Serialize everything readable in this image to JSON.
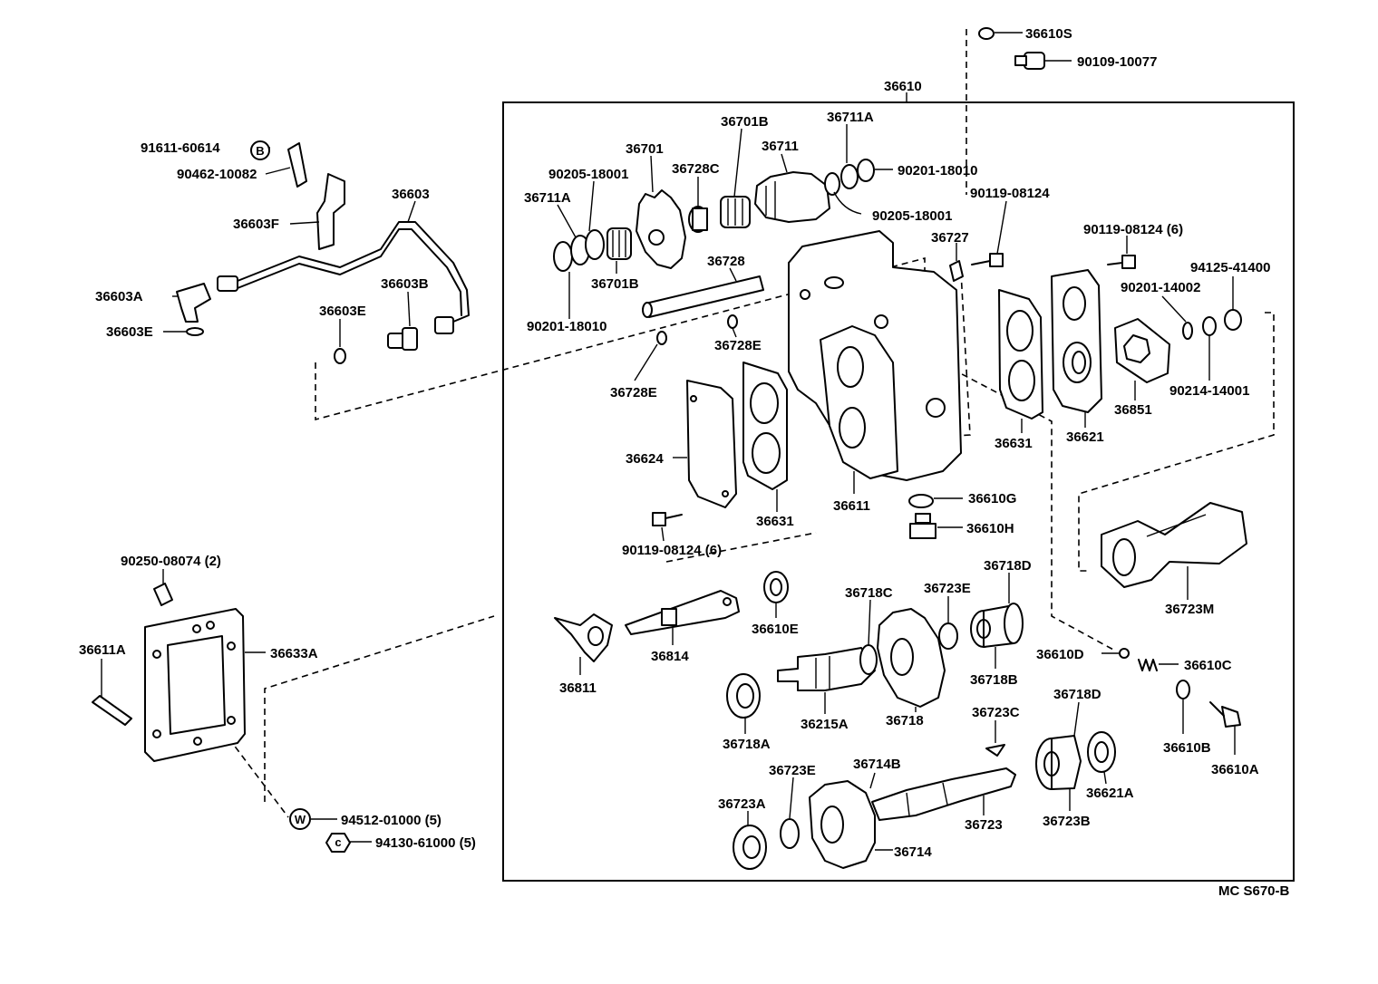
{
  "parts": {
    "p36610S": "36610S",
    "p90109_10077": "90109-10077",
    "p36610": "36610",
    "p91611_60614": "91611-60614",
    "p90462_10082": "90462-10082",
    "p36603": "36603",
    "p36603F": "36603F",
    "p36603A": "36603A",
    "p36603E_a": "36603E",
    "p36603B": "36603B",
    "p36603E_b": "36603E",
    "p36701B_top": "36701B",
    "p36711A_top": "36711A",
    "p36701": "36701",
    "p36711": "36711",
    "p90205_18001_a": "90205-18001",
    "p36728C": "36728C",
    "p90201_18010_a": "90201-18010",
    "p36711A_left": "36711A",
    "p90205_18001_b": "90205-18001",
    "p90119_08124_a": "90119-08124",
    "p36727": "36727",
    "p36728": "36728",
    "p90119_08124_6a": "90119-08124 (6)",
    "p36701B_bot": "36701B",
    "p94125_41400": "94125-41400",
    "p90201_14002": "90201-14002",
    "p90201_18010_b": "90201-18010",
    "p36728E_a": "36728E",
    "p36728E_b": "36728E",
    "p36851": "36851",
    "p90214_14001": "90214-14001",
    "p36631_r": "36631",
    "p36621": "36621",
    "p36624": "36624",
    "p36611": "36611",
    "p36631_l": "36631",
    "p36610G": "36610G",
    "p36610H": "36610H",
    "p90119_08124_6b": "90119-08124 (6)",
    "p90250_08074": "90250-08074 (2)",
    "p36718D_a": "36718D",
    "p36718C": "36718C",
    "p36723E_a": "36723E",
    "p36610E": "36610E",
    "p36723M": "36723M",
    "p36611A": "36611A",
    "p36633A": "36633A",
    "p36814": "36814",
    "p36718B": "36718B",
    "p36610D": "36610D",
    "p36610C": "36610C",
    "p36811": "36811",
    "p36215A": "36215A",
    "p36718": "36718",
    "p36723C": "36723C",
    "p36718D_b": "36718D",
    "p36718A": "36718A",
    "p36610B": "36610B",
    "p36610A": "36610A",
    "p36714B": "36714B",
    "p36723E_b": "36723E",
    "p36723A": "36723A",
    "p36723": "36723",
    "p36723B": "36723B",
    "p36621A": "36621A",
    "p36714": "36714",
    "p94512_01000": "94512-01000 (5)",
    "p94130_61000": "94130-61000 (5)"
  },
  "symbols": {
    "b": "B",
    "w": "W",
    "c": "c"
  },
  "footer": {
    "code": "MC S670-B"
  }
}
